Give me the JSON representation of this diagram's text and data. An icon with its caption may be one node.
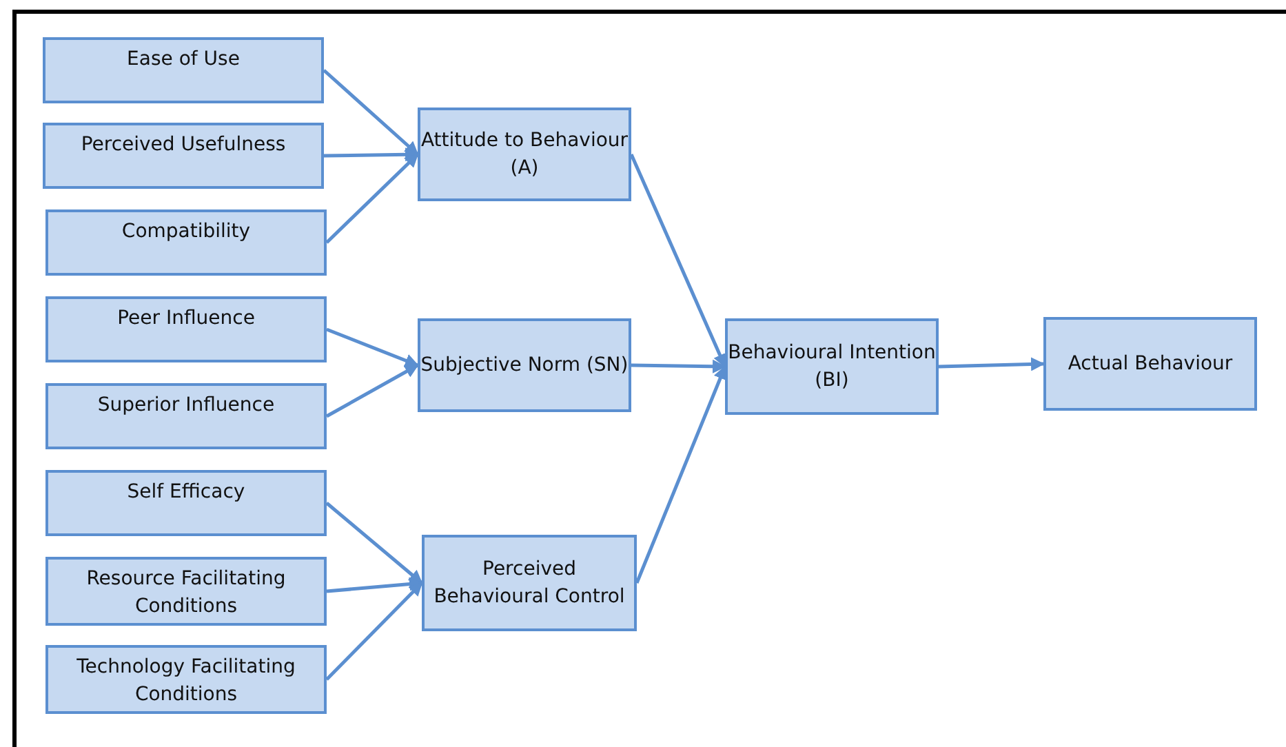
{
  "diagram": {
    "nodes": [
      {
        "text": [
          "Ease of Use"
        ]
      },
      {
        "text": [
          "Perceived Usefulness"
        ]
      },
      {
        "text": [
          "Compatibility"
        ]
      },
      {
        "text": [
          "Peer Influence"
        ]
      },
      {
        "text": [
          "Superior Influence"
        ]
      },
      {
        "text": [
          "Self Efficacy"
        ]
      },
      {
        "text": [
          "Resource Facilitating Conditions"
        ]
      },
      {
        "text": [
          "Technology Facilitating Conditions"
        ]
      },
      {
        "text": [
          "Attitude to Behaviour (A)"
        ]
      },
      {
        "text": [
          "Subjective Norm (SN)"
        ]
      },
      {
        "text": [
          "Perceived Behavioural Control"
        ]
      },
      {
        "text": [
          "Behavioural Intention (BI)"
        ]
      },
      {
        "text": [
          "Actual Behaviour"
        ]
      }
    ],
    "edges": [
      {
        "from": 0,
        "to": 8,
        "arrow": "to"
      },
      {
        "from": 1,
        "to": 8,
        "arrow": "to"
      },
      {
        "from": 2,
        "to": 8,
        "arrow": "to"
      },
      {
        "from": 3,
        "to": 9,
        "arrow": "to"
      },
      {
        "from": 4,
        "to": 9,
        "arrow": "to"
      },
      {
        "from": 5,
        "to": 10,
        "arrow": "to"
      },
      {
        "from": 6,
        "to": 10,
        "arrow": "to"
      },
      {
        "from": 7,
        "to": 10,
        "arrow": "to"
      },
      {
        "from": 8,
        "to": 11,
        "arrow": "to"
      },
      {
        "from": 9,
        "to": 11,
        "arrow": "to"
      },
      {
        "from": 10,
        "to": 11,
        "arrow": "to"
      },
      {
        "from": 11,
        "to": 12,
        "arrow": "to"
      }
    ]
  }
}
